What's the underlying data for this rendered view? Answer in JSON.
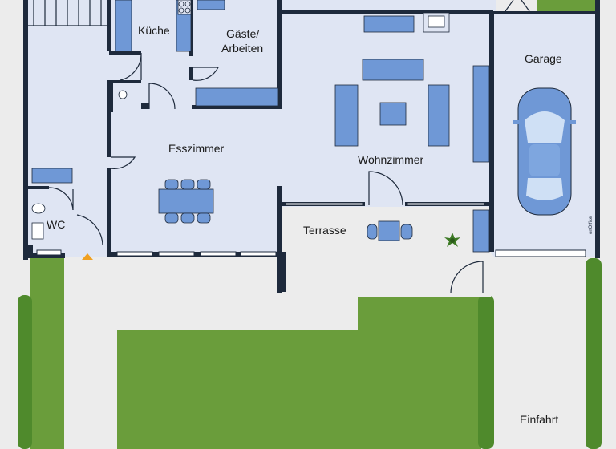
{
  "rooms": {
    "kueche": "Küche",
    "gaeste_line1": "Gäste/",
    "gaeste_line2": "Arbeiten",
    "garage": "Garage",
    "esszimmer": "Esszimmer",
    "wohnzimmer": "Wohnzimmer",
    "wc": "WC",
    "terrasse": "Terrasse",
    "einfahrt": "Einfahrt"
  },
  "watermark": "onOffice",
  "colors": {
    "wall": "#1e2a3c",
    "floor": "#dfe5f3",
    "furniture": "#6f98d6",
    "lawn": "#6a9d3b",
    "hedge": "#4f8a2c",
    "paving": "#e8e8e8"
  }
}
